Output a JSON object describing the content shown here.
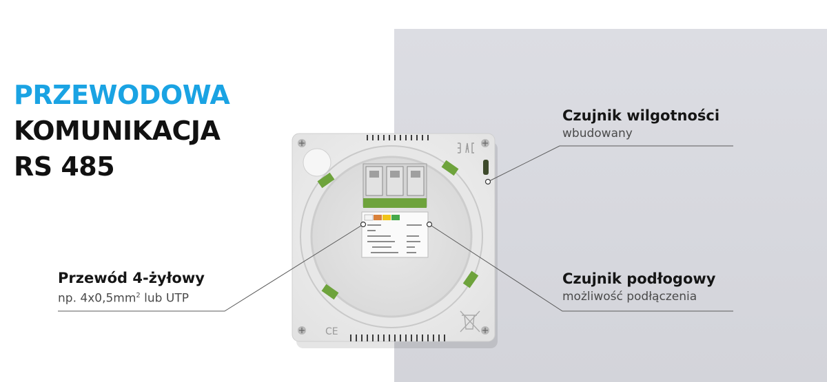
{
  "headline": {
    "line1": "PRZEWODOWA",
    "line2": "KOMUNIKACJA",
    "line3": "RS 485"
  },
  "callouts": {
    "humidity": {
      "title": "Czujnik wilgotności",
      "subtitle": "wbudowany"
    },
    "cable": {
      "title": "Przewód 4-żyłowy",
      "subtitle_prefix": "np. 4x0,5mm",
      "subtitle_sup": "2",
      "subtitle_suffix": " lub UTP"
    },
    "floor": {
      "title": "Czujnik podłogowy",
      "subtitle": "możliwość podłączenia"
    }
  },
  "device": {
    "ce_mark": "CE",
    "colors": {
      "body": "#eeeeee",
      "accent_green": "#6ea33c",
      "background_panel": "#d6d7dd",
      "headline_accent": "#1aa3e3"
    }
  }
}
